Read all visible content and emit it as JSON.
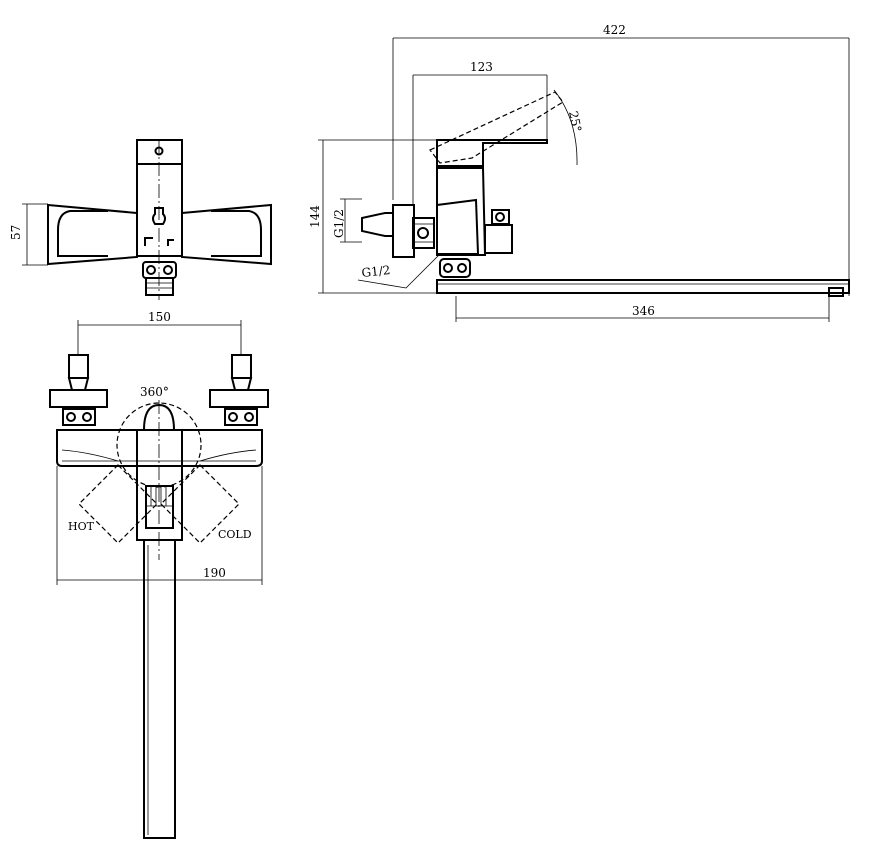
{
  "dimensions": {
    "overall_length": "422",
    "lever_reach": "123",
    "lever_angle": "25°",
    "height": "144",
    "inlet_thread": "G1/2",
    "outlet_thread": "G1/2",
    "spout_length": "346",
    "front_height": "57",
    "centers": "150",
    "width": "190",
    "rotation": "360°"
  },
  "labels": {
    "hot": "HOT",
    "cold": "COLD"
  }
}
